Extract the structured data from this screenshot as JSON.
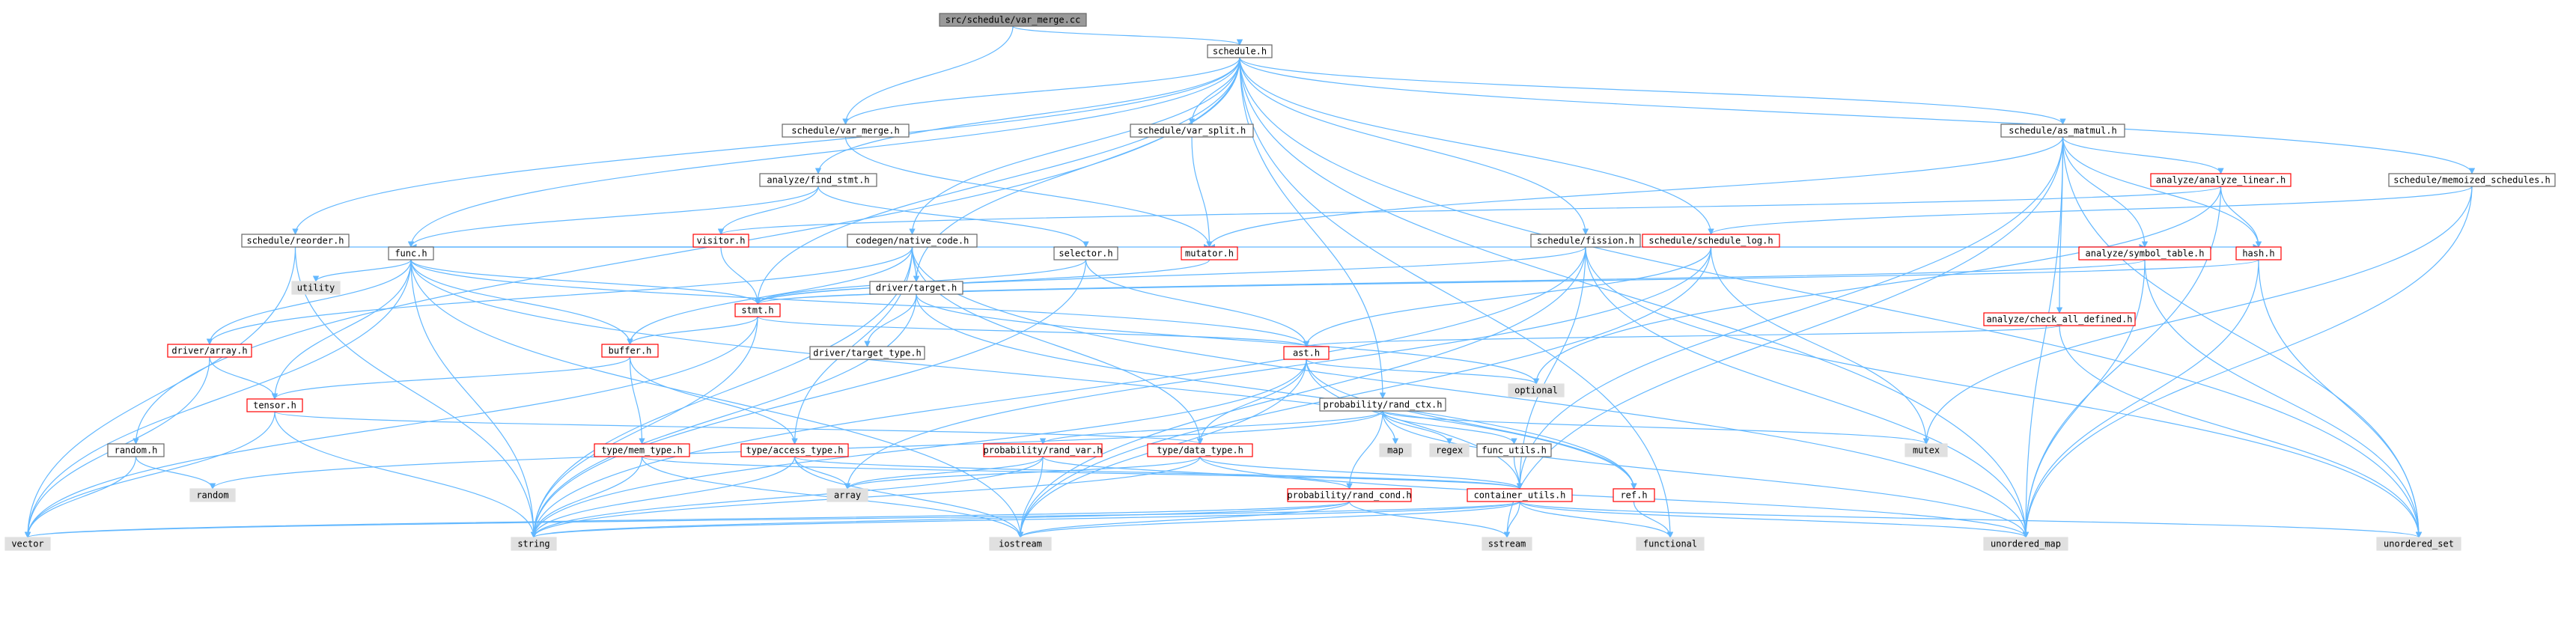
{
  "colors": {
    "edge": "#63b8ff",
    "node_border": "#666666",
    "incomplete_border": "#ff0000",
    "std_fill": "#e0e0e0",
    "root_fill": "#999999"
  },
  "nodes": [
    {
      "id": "root",
      "label": "src/schedule/var_merge.cc",
      "kind": "root"
    },
    {
      "id": "schedule_h",
      "label": "schedule.h",
      "kind": "norm"
    },
    {
      "id": "sched_var_merge_h",
      "label": "schedule/var_merge.h",
      "kind": "norm"
    },
    {
      "id": "sched_var_split_h",
      "label": "schedule/var_split.h",
      "kind": "norm"
    },
    {
      "id": "sched_as_matmul_h",
      "label": "schedule/as_matmul.h",
      "kind": "norm"
    },
    {
      "id": "sched_memoized_h",
      "label": "schedule/memoized_schedules.h",
      "kind": "norm"
    },
    {
      "id": "analyze_find_stmt_h",
      "label": "analyze/find_stmt.h",
      "kind": "norm"
    },
    {
      "id": "analyze_linear_h",
      "label": "analyze/analyze_linear.h",
      "kind": "red"
    },
    {
      "id": "sched_reorder_h",
      "label": "schedule/reorder.h",
      "kind": "norm"
    },
    {
      "id": "codegen_native_h",
      "label": "codegen/native_code.h",
      "kind": "norm"
    },
    {
      "id": "visitor_h",
      "label": "visitor.h",
      "kind": "red"
    },
    {
      "id": "sched_fission_h",
      "label": "schedule/fission.h",
      "kind": "norm"
    },
    {
      "id": "sched_log_h",
      "label": "schedule/schedule_log.h",
      "kind": "red"
    },
    {
      "id": "func_h",
      "label": "func.h",
      "kind": "norm"
    },
    {
      "id": "selector_h",
      "label": "selector.h",
      "kind": "norm"
    },
    {
      "id": "mutator_h",
      "label": "mutator.h",
      "kind": "red"
    },
    {
      "id": "symbol_table_h",
      "label": "analyze/symbol_table.h",
      "kind": "red"
    },
    {
      "id": "hash_h",
      "label": "hash.h",
      "kind": "red"
    },
    {
      "id": "utility",
      "label": "utility",
      "kind": "std"
    },
    {
      "id": "driver_target_h",
      "label": "driver/target.h",
      "kind": "norm"
    },
    {
      "id": "stmt_h",
      "label": "stmt.h",
      "kind": "red"
    },
    {
      "id": "check_all_defined_h",
      "label": "analyze/check_all_defined.h",
      "kind": "red"
    },
    {
      "id": "driver_array_h",
      "label": "driver/array.h",
      "kind": "red"
    },
    {
      "id": "buffer_h",
      "label": "buffer.h",
      "kind": "red"
    },
    {
      "id": "driver_target_type_h",
      "label": "driver/target_type.h",
      "kind": "norm"
    },
    {
      "id": "ast_h",
      "label": "ast.h",
      "kind": "red"
    },
    {
      "id": "tensor_h",
      "label": "tensor.h",
      "kind": "red"
    },
    {
      "id": "optional",
      "label": "optional",
      "kind": "std"
    },
    {
      "id": "prob_rand_ctx_h",
      "label": "probability/rand_ctx.h",
      "kind": "norm"
    },
    {
      "id": "random_h",
      "label": "random.h",
      "kind": "norm"
    },
    {
      "id": "map",
      "label": "map",
      "kind": "std"
    },
    {
      "id": "regex",
      "label": "regex",
      "kind": "std"
    },
    {
      "id": "func_utils_h",
      "label": "func_utils.h",
      "kind": "norm"
    },
    {
      "id": "mutex",
      "label": "mutex",
      "kind": "std"
    },
    {
      "id": "mem_type_h",
      "label": "type/mem_type.h",
      "kind": "red"
    },
    {
      "id": "access_type_h",
      "label": "type/access_type.h",
      "kind": "red"
    },
    {
      "id": "rand_var_h",
      "label": "probability/rand_var.h",
      "kind": "red"
    },
    {
      "id": "data_type_h",
      "label": "type/data_type.h",
      "kind": "red"
    },
    {
      "id": "random",
      "label": "random",
      "kind": "std"
    },
    {
      "id": "array",
      "label": "array",
      "kind": "std"
    },
    {
      "id": "rand_cond_h",
      "label": "probability/rand_cond.h",
      "kind": "red"
    },
    {
      "id": "container_utils_h",
      "label": "container_utils.h",
      "kind": "red"
    },
    {
      "id": "ref_h",
      "label": "ref.h",
      "kind": "red"
    },
    {
      "id": "vector",
      "label": "vector",
      "kind": "std"
    },
    {
      "id": "string",
      "label": "string",
      "kind": "std"
    },
    {
      "id": "iostream",
      "label": "iostream",
      "kind": "std"
    },
    {
      "id": "sstream",
      "label": "sstream",
      "kind": "std"
    },
    {
      "id": "functional",
      "label": "functional",
      "kind": "std"
    },
    {
      "id": "unordered_map",
      "label": "unordered_map",
      "kind": "std"
    },
    {
      "id": "unordered_set",
      "label": "unordered_set",
      "kind": "std"
    }
  ]
}
